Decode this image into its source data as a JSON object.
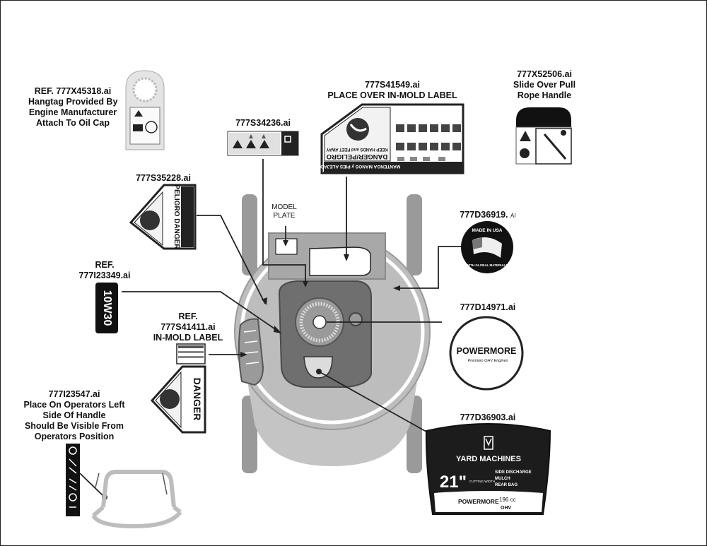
{
  "labels": {
    "hangtag": {
      "ref": "REF. 777X45318.ai",
      "line2": "Hangtag Provided By",
      "line3": "Engine Manufacturer",
      "line4": "Attach To Oil Cap"
    },
    "warning_strip": {
      "ref": "777S34236.ai"
    },
    "inmold_cover": {
      "ref": "777S41549.ai",
      "line2": "PLACE OVER IN-MOLD LABEL"
    },
    "pull_rope": {
      "ref": "777X52506.ai",
      "line2": "Slide Over Pull",
      "line3": "Rope Handle"
    },
    "side_danger": {
      "ref": "777S35228.ai"
    },
    "model_plate": {
      "line1": "MODEL",
      "line2": "PLATE"
    },
    "made_in_usa": {
      "ref_main": "777D36919.",
      "ref_suffix": "AI"
    },
    "oil": {
      "line1": "REF.",
      "line2": "777I23349.ai"
    },
    "inmold_label": {
      "line1": "REF.",
      "line2": "777S41411.ai",
      "line3": "IN-MOLD LABEL"
    },
    "powermore": {
      "ref": "777D14971.ai"
    },
    "operator_handle": {
      "ref": "777I23547.ai",
      "line2": "Place On Operators Left",
      "line3": "Side Of Handle",
      "line4": "Should Be Visible From",
      "line5": "Operators Position"
    },
    "yard_machines": {
      "ref": "777D36903.ai"
    }
  },
  "decal_text": {
    "danger_peligro": "DANGER/PELIGRO",
    "keep_hands": "KEEP HANDS and FEET AWAY",
    "mantenga": "MANTENGA MANOS y PIES ALEJADOS",
    "peligro_danger": "PELIGRO DANGER",
    "oil_grade": "10W30",
    "danger": "DANGER",
    "made_in_usa": "MADE IN USA",
    "global_materials": "WITH GLOBAL MATERIALS",
    "powermore": "POWERMORE",
    "powermore_sub": "Premium OHV Engines",
    "brand": "YARD MACHINES",
    "size": "21\"",
    "cutting_width": "CUTTING WIDTH",
    "side_discharge": "SIDE DISCHARGE",
    "mulch": "MULCH",
    "rear_bag": "REAR BAG",
    "engine_brand": "POWERMORE",
    "engine_cc": "196 cc",
    "engine_ohv": "OHV"
  }
}
